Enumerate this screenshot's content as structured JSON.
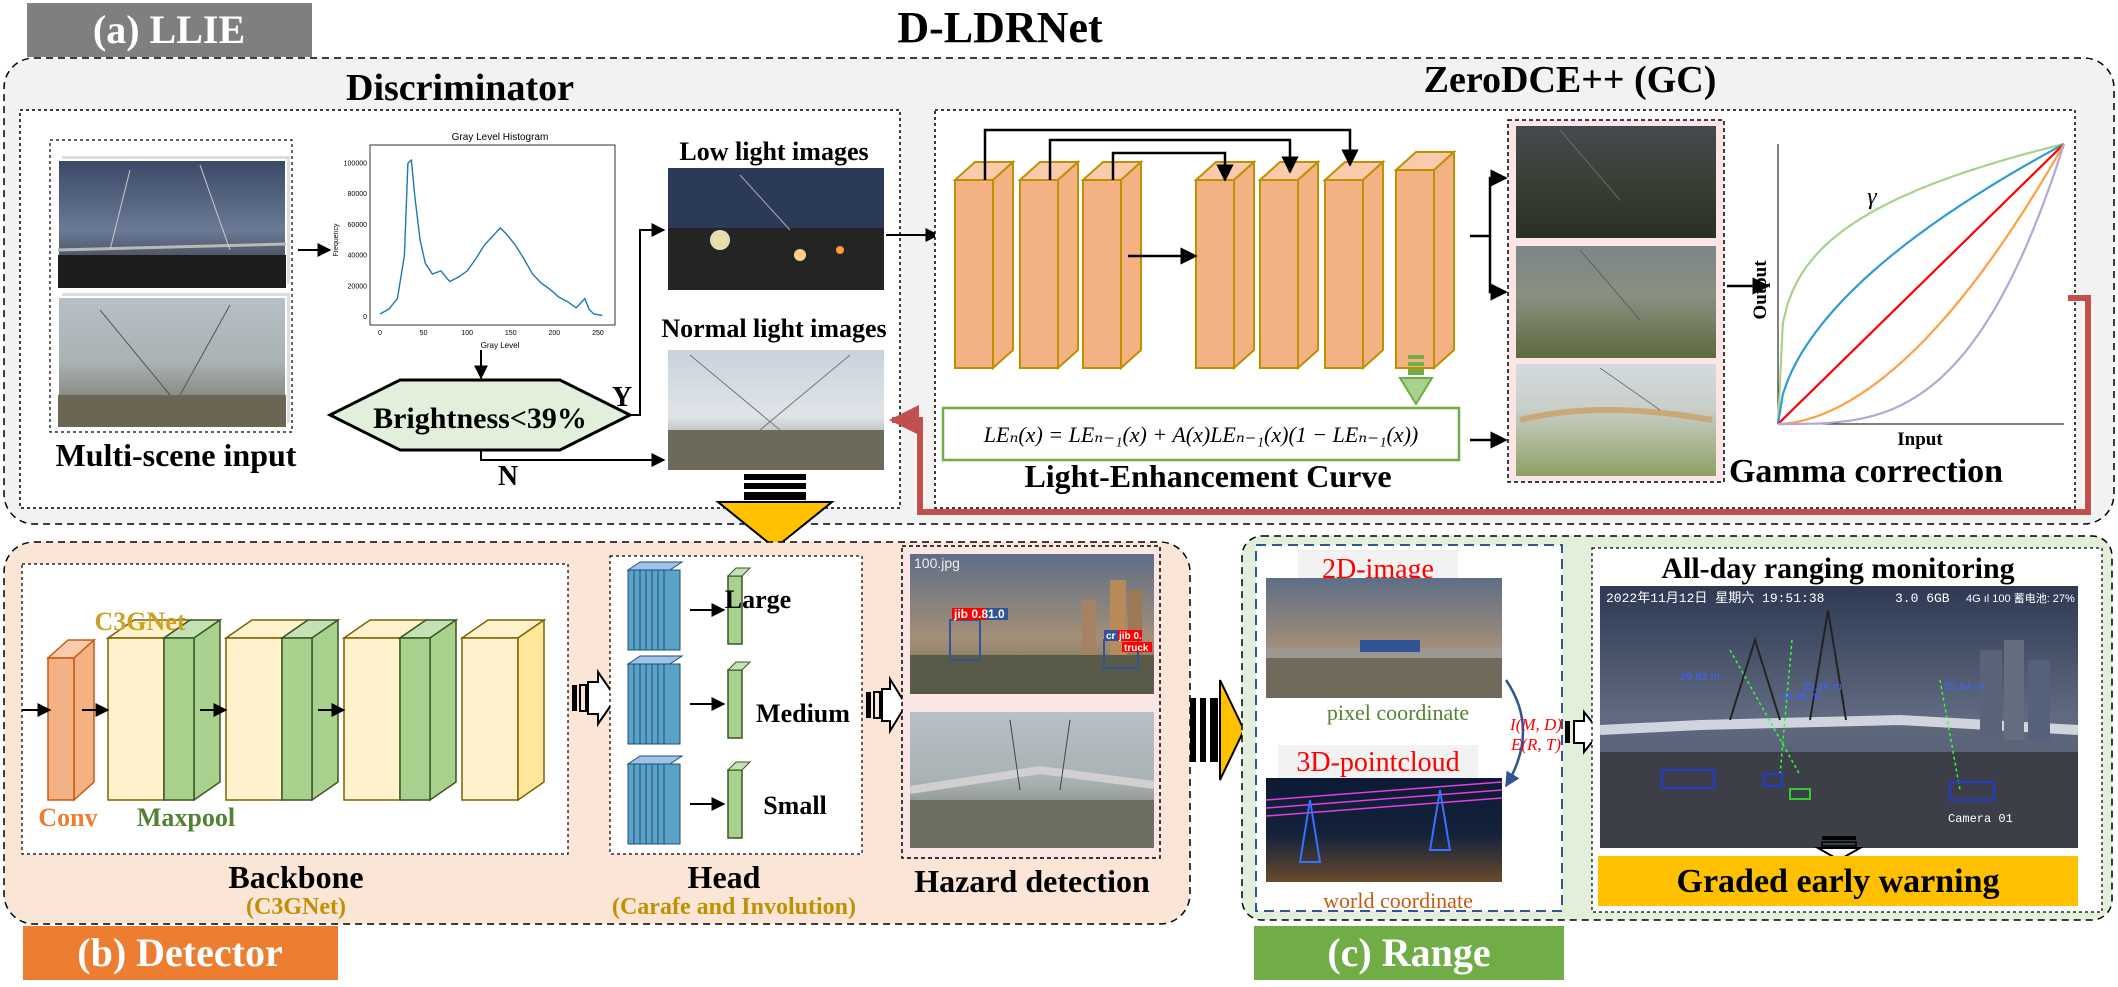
{
  "title": "D-LDRNet",
  "colors": {
    "tag_gray": "#7f7f7f",
    "tag_orange": "#ed7d31",
    "tag_green": "#70ad47",
    "red": "#c0504d",
    "gold": "#ffc000",
    "peach": "#f4b183",
    "peach_dark": "#c55a11",
    "gold_text": "#bf9000",
    "yellow_label": "#c9a227",
    "light_yellow": "#fff2cc",
    "light_green": "#a9d18e",
    "blue_stack": "#5ba3c6"
  },
  "sections": {
    "llie": {
      "tag": "(a) LLIE",
      "discriminator": {
        "title": "Discriminator",
        "input_label": "Multi-scene input",
        "histogram": {
          "title": "Gray Level Histogram",
          "xlabel": "Gray Level",
          "ylabel": "Frequency",
          "x_ticks": [
            "0",
            "50",
            "100",
            "150",
            "200",
            "250"
          ],
          "y_ticks": [
            "0",
            "20000",
            "40000",
            "60000",
            "80000",
            "100000"
          ]
        },
        "decision": "Brightness<39%",
        "yes": "Y",
        "no": "N",
        "low_label": "Low light images",
        "normal_label": "Normal light images"
      },
      "zerodce": {
        "title": "ZeroDCE++ (GC)",
        "curve_label": "Light-Enhancement Curve",
        "formula": "LEₙ(x) = LEₙ₋₁(x) + A(x)LEₙ₋₁(x)(1 − LEₙ₋₁(x))",
        "gamma": {
          "label": "Gamma correction",
          "xlabel": "Input",
          "ylabel": "Output",
          "symbol": "γ"
        }
      }
    },
    "detector": {
      "tag": "(b) Detector",
      "backbone": {
        "c3g_label": "C3GNet",
        "conv_label": "Conv",
        "maxpool_label": "Maxpool",
        "title": "Backbone",
        "subtitle": "(C3GNet)"
      },
      "head": {
        "title": "Head",
        "subtitle": "(Carafe and Involution)",
        "scales": [
          "Large",
          "Medium",
          "Small"
        ]
      },
      "hazard": {
        "title": "Hazard detection",
        "image_name": "100.jpg",
        "detections": [
          "jib 0.8",
          "1.0",
          "cr",
          "jib 0.",
          "truck"
        ]
      }
    },
    "range": {
      "tag": "(c) Range",
      "image_label": "2D-image",
      "pixel_label": "pixel coordinate",
      "cloud_label": "3D-pointcloud",
      "world_label": "world coordinate",
      "transform_1": "I(M, D)",
      "transform_2": "E(R, T)",
      "monitor_title": "All-day ranging monitoring",
      "status_left": "2022年11月12日  星期六  19:51:38",
      "status_mid": "3.0 6GB",
      "status_right": "4G ıl 100   蓄电池: 27%",
      "distances": [
        "29.82 m",
        "35.26 m",
        "34.96 m",
        "55.64 m"
      ],
      "camera": "Camera 01",
      "warning": "Graded early warning"
    }
  }
}
